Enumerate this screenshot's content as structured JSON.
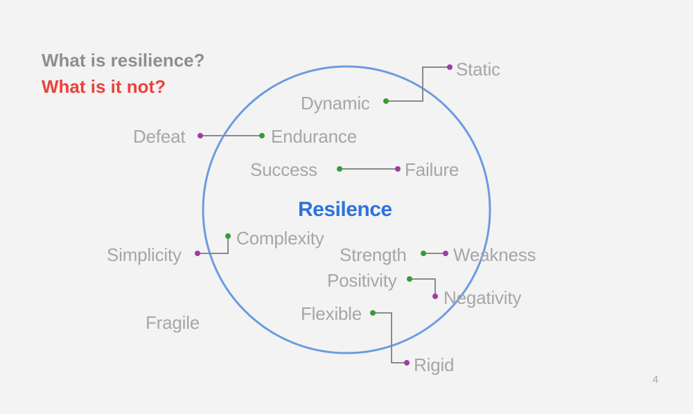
{
  "slide": {
    "title_line1": "What is resilience?",
    "title_line2": "What is it not?",
    "center": "Resilence",
    "page_number": "4"
  },
  "words": {
    "static": "Static",
    "dynamic": "Dynamic",
    "defeat": "Defeat",
    "endurance": "Endurance",
    "success": "Success",
    "failure": "Failure",
    "complexity": "Complexity",
    "simplicity": "Simplicity",
    "strength": "Strength",
    "weakness": "Weakness",
    "positivity": "Positivity",
    "negativity": "Negativity",
    "fragile": "Fragile",
    "flexible": "Flexible",
    "rigid": "Rigid"
  },
  "colors": {
    "background": "#f3f3f3",
    "title_gray": "#8e8e8e",
    "title_red": "#e9423a",
    "word_gray": "#a6a6a6",
    "circle_blue": "#6a9be0",
    "center_blue": "#2e73d8",
    "dot_green": "#3a9a3a",
    "dot_purple": "#a33ca3",
    "line_gray": "#8a8a8a"
  }
}
